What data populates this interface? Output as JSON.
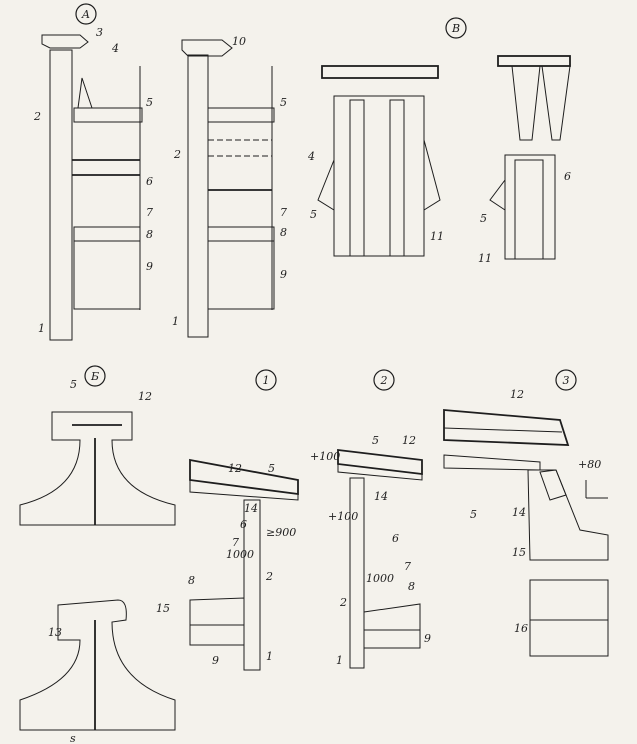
{
  "colors": {
    "ink": "#1e1e1e",
    "paper": "#f4f2ec",
    "hatch": "#3a3a3a",
    "fill": "#d8d6cf"
  },
  "sections": {
    "A": "A",
    "B": "Б",
    "V": "В",
    "s1": "1",
    "s2": "2",
    "s3": "3"
  },
  "labels": {
    "n1": "1",
    "n2": "2",
    "n3": "3",
    "n4": "4",
    "n5": "5",
    "n6": "6",
    "n7": "7",
    "n8": "8",
    "n9": "9",
    "n10": "10",
    "n11": "11",
    "n12": "12",
    "n13": "13",
    "n14": "14",
    "n15": "15",
    "n16": "16"
  },
  "dims": {
    "d100a": "+100",
    "d100b": "+100",
    "d80": "+80",
    "d900": "≥900",
    "d1000a": "1000",
    "d1000b": "1000",
    "s": "s"
  }
}
